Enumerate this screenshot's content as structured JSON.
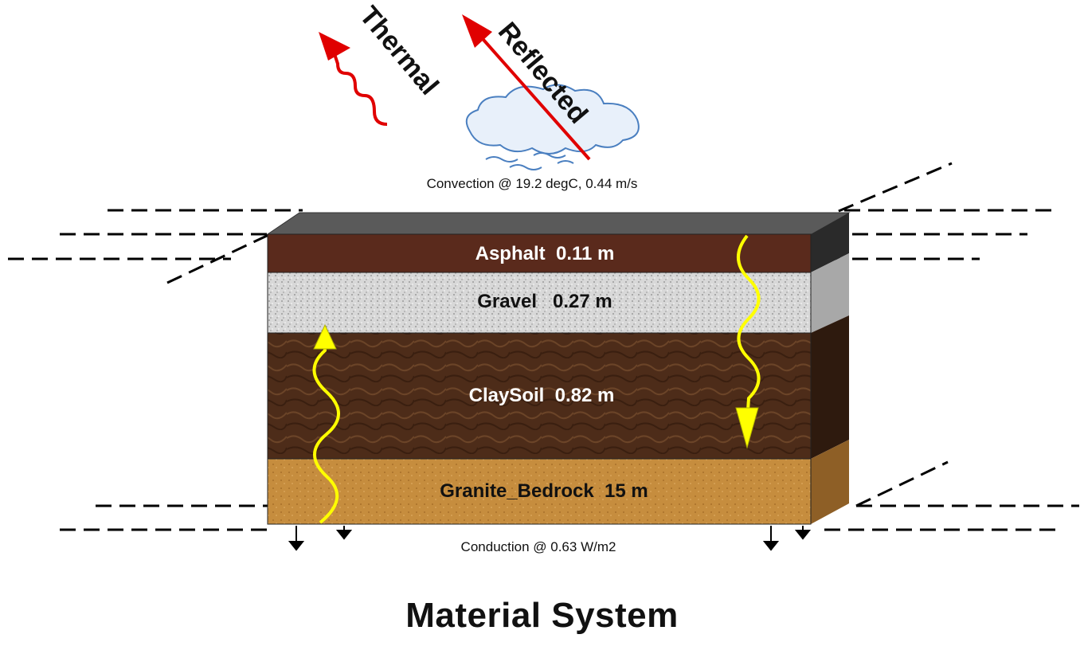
{
  "radiation": {
    "thermal_label": "Thermal",
    "reflected_label": "Reflected"
  },
  "convection_label": "Convection @ 19.2 degC, 0.44 m/s",
  "conduction_label": "Conduction @ 0.63 W/m2",
  "layers": [
    {
      "name": "Asphalt",
      "thickness": "0.11 m",
      "label": "Asphalt  0.11 m",
      "color": "#5a2a1c"
    },
    {
      "name": "Gravel",
      "thickness": "0.27 m",
      "label": "Gravel   0.27 m",
      "color": "#d4d4d4"
    },
    {
      "name": "ClaySoil",
      "thickness": "0.82 m",
      "label": "ClaySoil  0.82 m",
      "color": "#4a2a18"
    },
    {
      "name": "Granite_Bedrock",
      "thickness": "15 m",
      "label": "Granite_Bedrock  15 m",
      "color": "#c0873a"
    }
  ],
  "caption": "Material System",
  "colors": {
    "radiation_arrow": "#e00000",
    "heat_flow": "#ffff00",
    "cloud": "#4a7fc0",
    "top_face": "#555555"
  }
}
